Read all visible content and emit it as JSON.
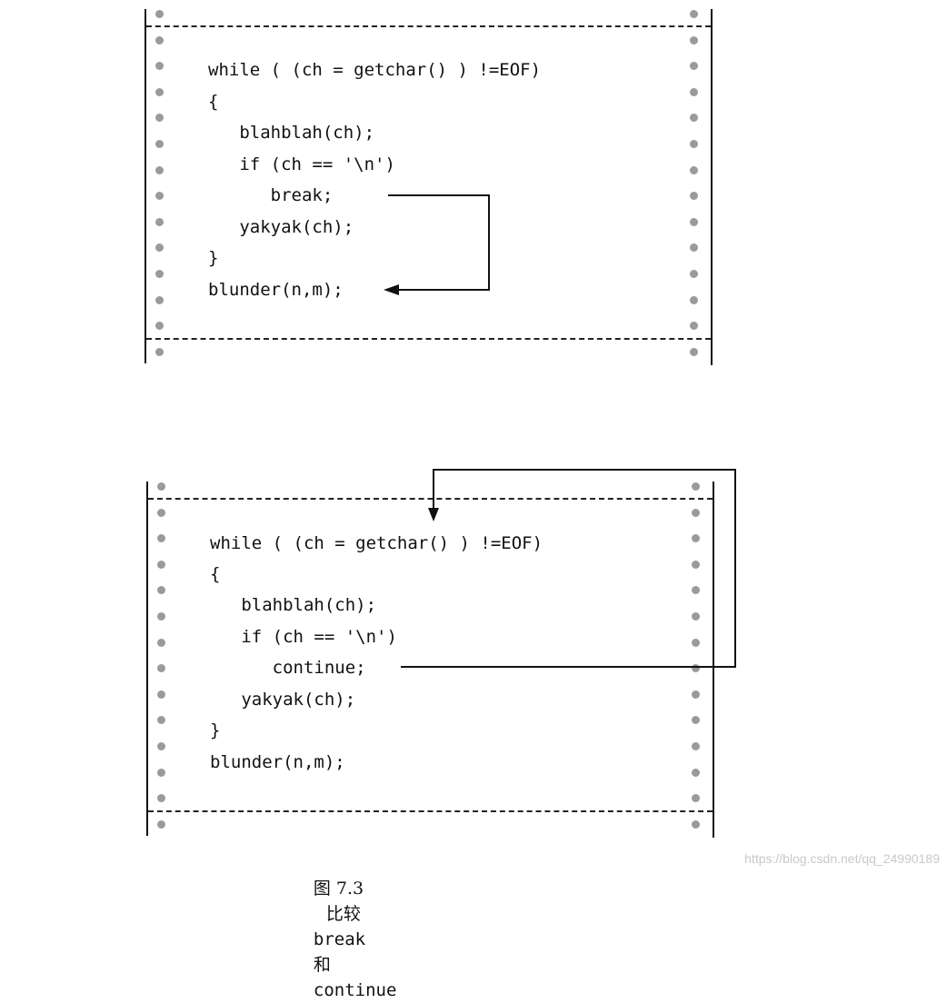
{
  "panels": [
    {
      "id": "break",
      "code": [
        "while ( (ch = getchar() ) !=EOF)",
        "{",
        "   blahblah(ch);",
        "   if (ch == '\\n')",
        "      break;",
        "   yakyak(ch);",
        "}",
        "blunder(n,m);"
      ]
    },
    {
      "id": "continue",
      "code": [
        "while ( (ch = getchar() ) !=EOF)",
        "{",
        "   blahblah(ch);",
        "   if (ch == '\\n')",
        "      continue;",
        "   yakyak(ch);",
        "}",
        "blunder(n,m);"
      ]
    }
  ],
  "caption": {
    "figure_label": "图 7.3",
    "text_compare": "比较",
    "keyword_break": "break",
    "text_and": "和",
    "keyword_continue": "continue"
  },
  "watermark": "https://blog.csdn.net/qq_24990189",
  "colors": {
    "ink": "#111111",
    "sprocket_hole": "#9a9a9a",
    "watermark": "#c9c9c9"
  }
}
